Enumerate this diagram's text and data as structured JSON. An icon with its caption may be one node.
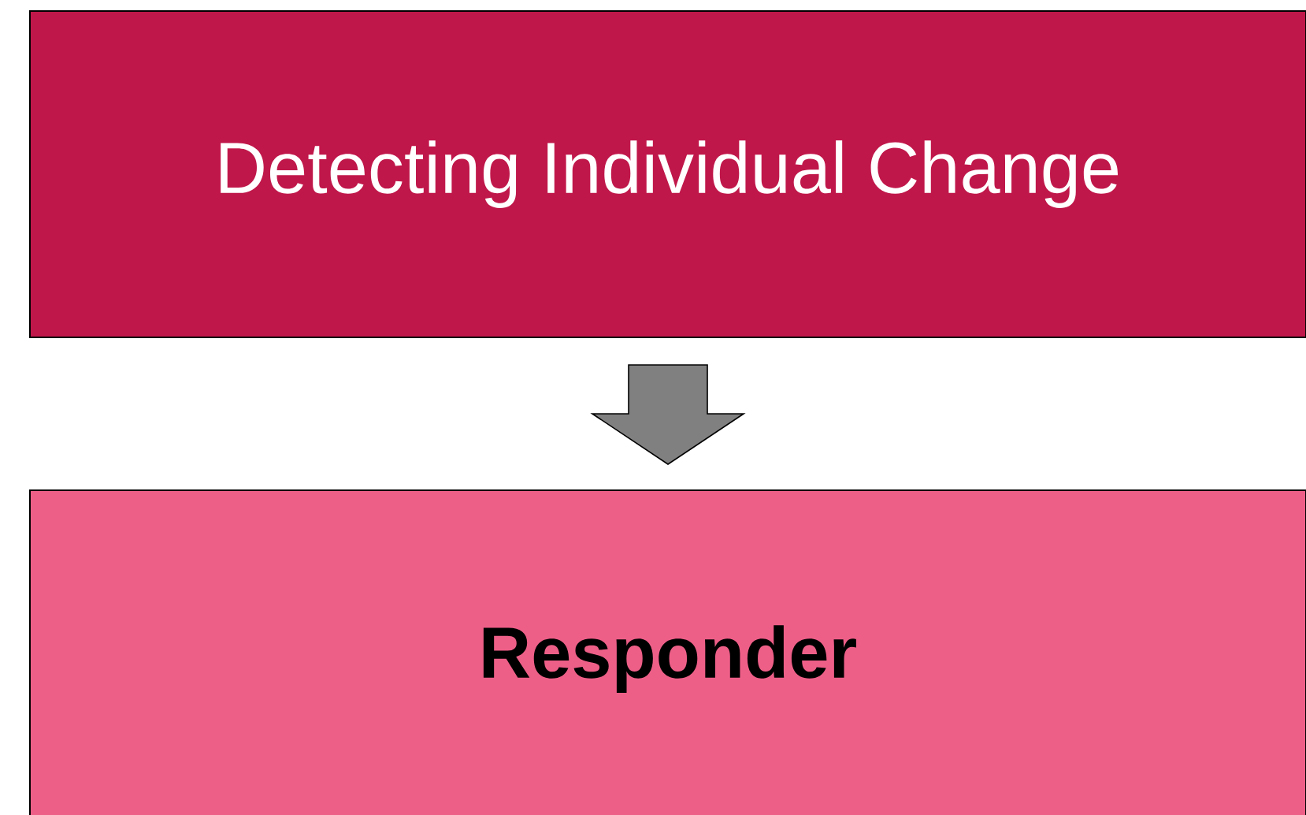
{
  "diagram": {
    "nodes": [
      {
        "text": [
          "Detecting Individual Change"
        ]
      },
      {
        "text": [
          "Responder"
        ]
      }
    ],
    "edges": [
      {
        "from": 0,
        "to": 1,
        "arrow": "to"
      }
    ]
  }
}
